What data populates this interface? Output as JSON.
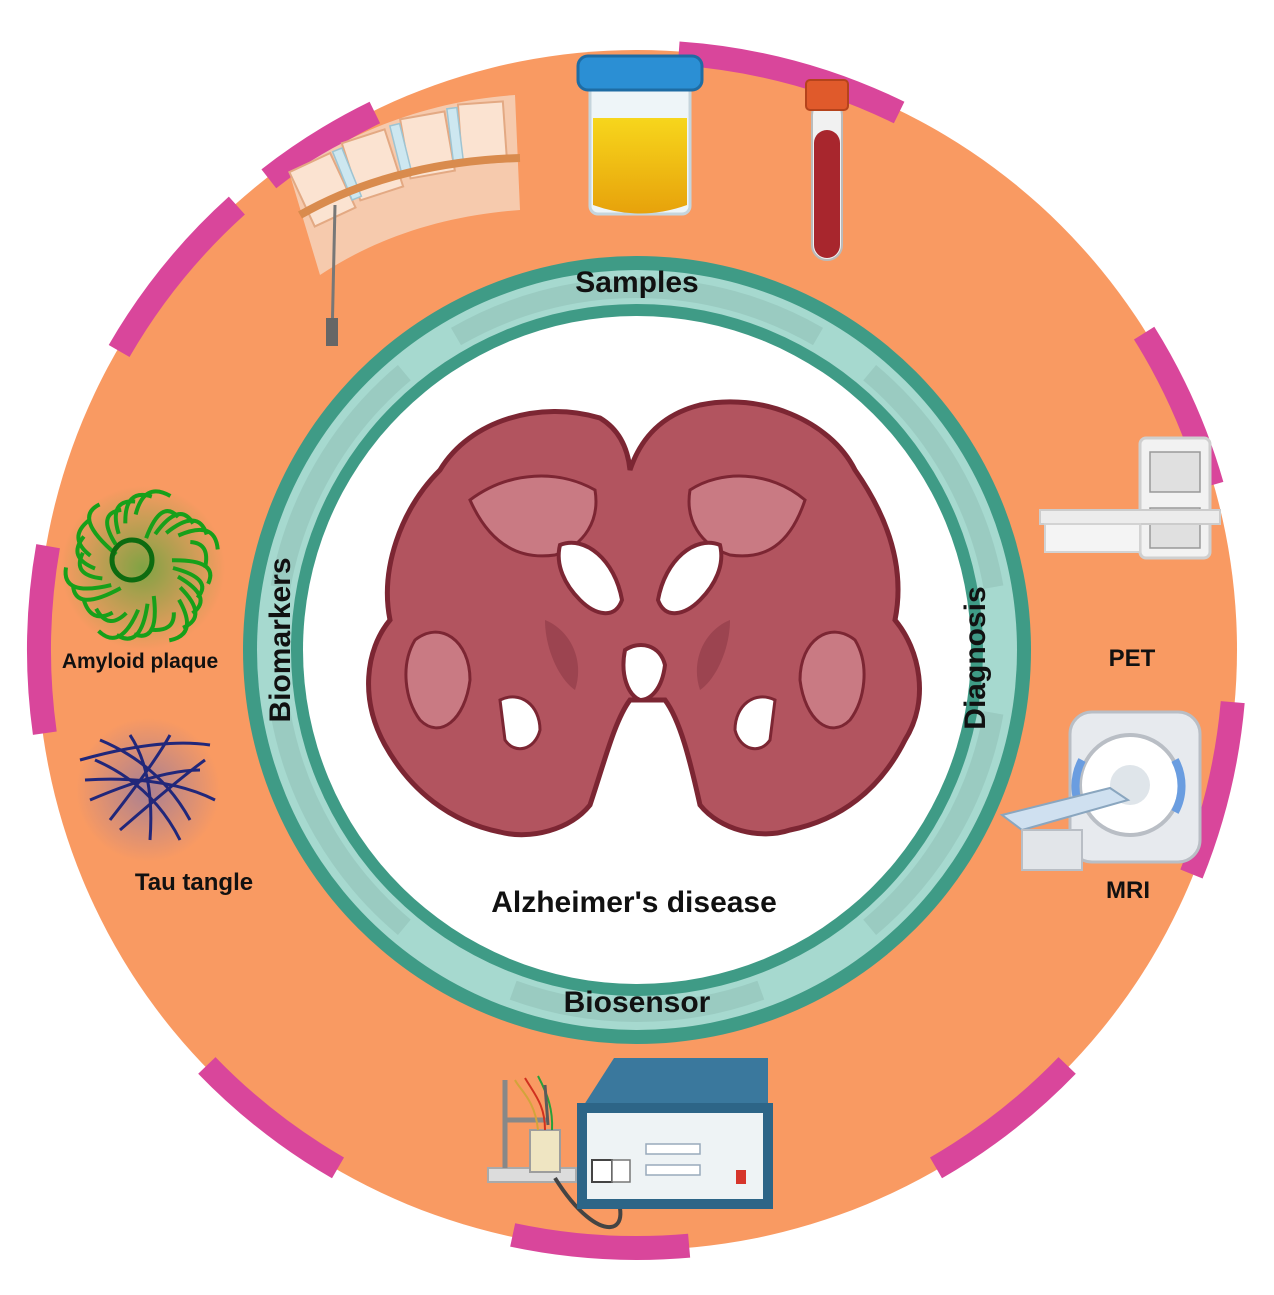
{
  "center_title": "Alzheimer's disease",
  "ring_sections": {
    "top": "Samples",
    "right": "Diagnosis",
    "bottom": "Biosensor",
    "left": "Biomarkers"
  },
  "biomarkers": {
    "amyloid": "Amyloid plaque",
    "tau": "Tau tangle"
  },
  "diagnosis": {
    "pet": "PET",
    "mri": "MRI"
  },
  "icons": [
    "spinal-tap-icon",
    "urine-cup-icon",
    "blood-tube-icon",
    "pet-scanner-icon",
    "mri-scanner-icon",
    "amyloid-plaque-icon",
    "tau-tangle-icon",
    "potentiostat-icon",
    "electrochemical-cell-icon",
    "brain-section-icon"
  ],
  "colors": {
    "outer_ring": "#f99a62",
    "magenta_arcs": "#d9469b",
    "teal_ring": "#3f9b86",
    "light_teal": "#a6d9cf",
    "brain": "#b2545f",
    "brain_dark": "#7c2633",
    "device_blue": "#2d6587"
  }
}
